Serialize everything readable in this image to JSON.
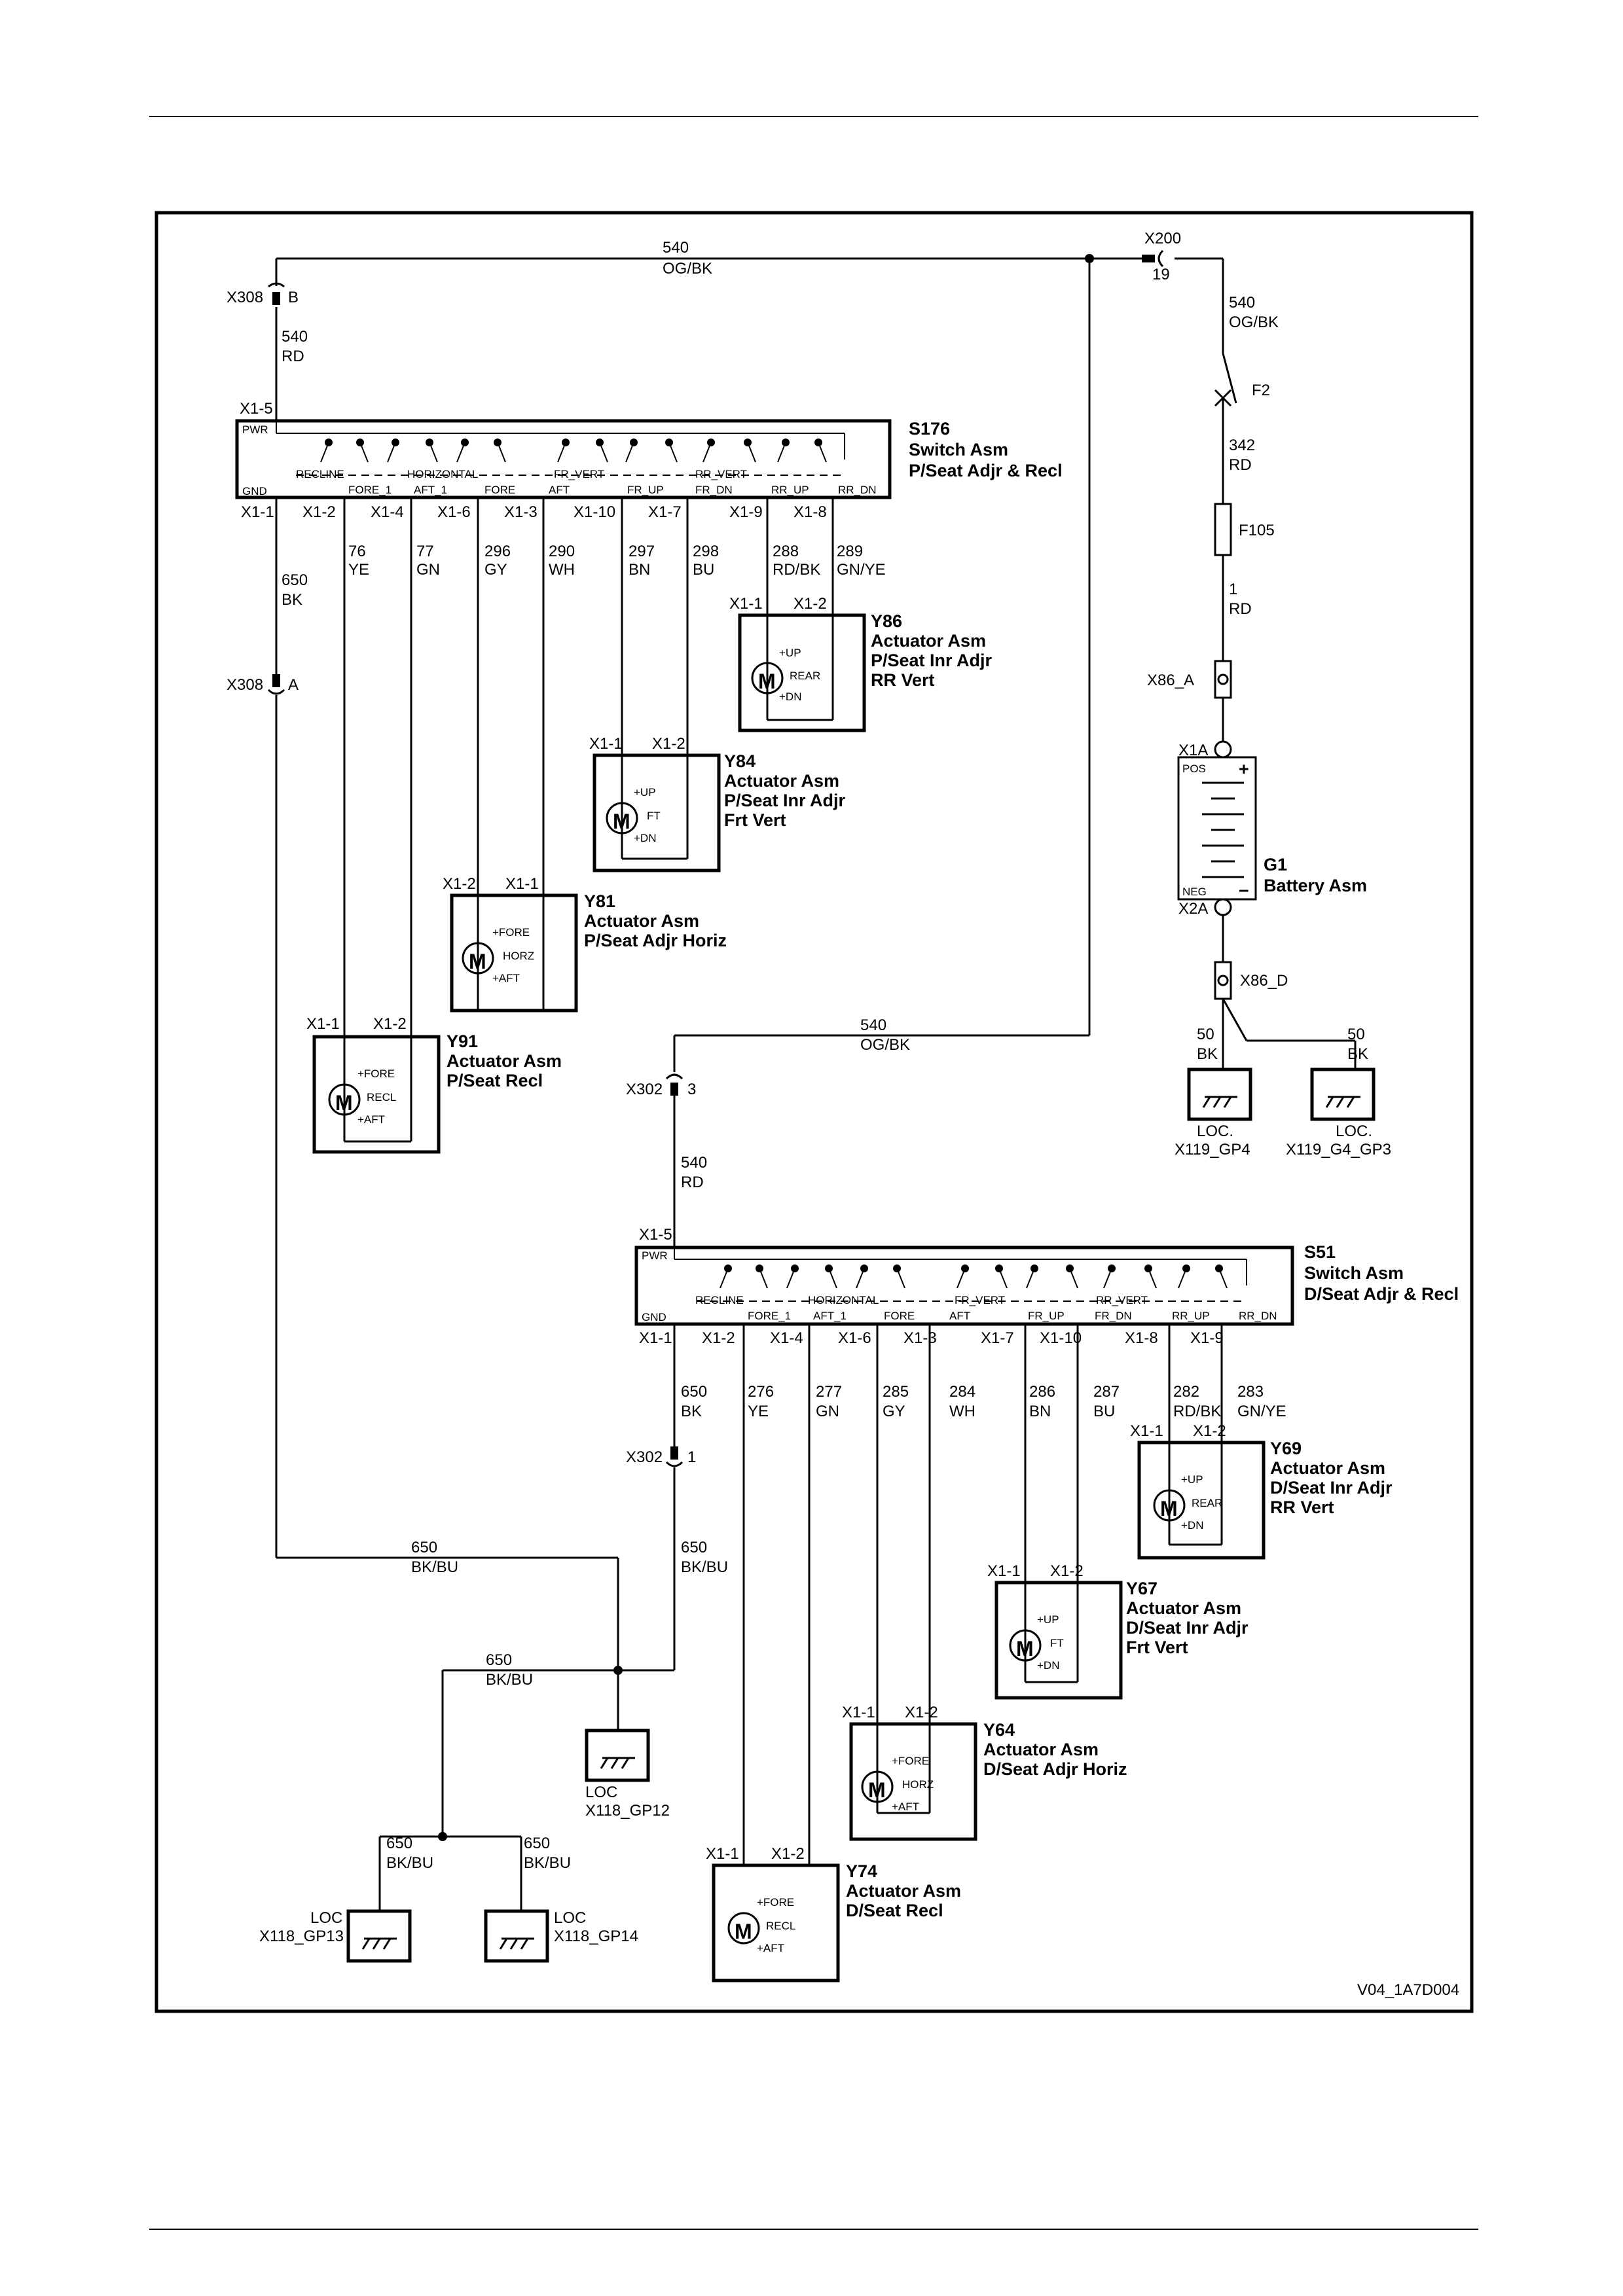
{
  "drawing_code": "V04_1A7D004",
  "power": {
    "x200": {
      "name": "X200",
      "pin": "19"
    },
    "top_wire": {
      "circuit": "540",
      "color": "OG/BK"
    },
    "f2_wire": {
      "circuit": "540",
      "color": "OG/BK"
    },
    "fusible_link": "F2",
    "f2_f105_wire": {
      "circuit": "342",
      "color": "RD"
    },
    "fuse": "F105",
    "fuse_out_wire": {
      "circuit": "1",
      "color": "RD"
    },
    "x86a": "X86_A",
    "x86d": "X86_D",
    "x1a": "X1A",
    "x2a": "X2A",
    "battery": {
      "id": "G1",
      "name": "Battery Asm",
      "pos": "POS",
      "neg": "NEG",
      "plus": "+",
      "minus": "−"
    },
    "gnd_wire1": {
      "circuit": "50",
      "color": "BK"
    },
    "gnd_wire2": {
      "circuit": "50",
      "color": "BK"
    },
    "gnd1": {
      "loc": "LOC.",
      "name": "X119_GP4"
    },
    "gnd2": {
      "loc": "LOC.",
      "name": "X119_G4_GP3"
    }
  },
  "passenger": {
    "x308b": {
      "name": "X308",
      "pin": "B"
    },
    "x308a": {
      "name": "X308",
      "pin": "A"
    },
    "pwr_wire": {
      "circuit": "540",
      "color": "RD"
    },
    "gnd_wire": {
      "circuit": "650",
      "color": "BK"
    },
    "switch": {
      "id": "S176",
      "name": "Switch Asm",
      "desc": "P/Seat Adjr & Recl",
      "pwr": "PWR",
      "gnd": "GND",
      "pwr_pin": "X1-5",
      "pins": [
        "X1-1",
        "X1-2",
        "X1-4",
        "X1-6",
        "X1-3",
        "X1-10",
        "X1-7",
        "X1-9",
        "X1-8"
      ],
      "groups": [
        "RECLINE",
        "HORIZONTAL",
        "FR_VERT",
        "RR_VERT"
      ],
      "labels": [
        "FORE_1",
        "AFT_1",
        "FORE",
        "AFT",
        "FR_UP",
        "FR_DN",
        "RR_UP",
        "RR_DN"
      ]
    },
    "wires": [
      {
        "circuit": "76",
        "color": "YE"
      },
      {
        "circuit": "77",
        "color": "GN"
      },
      {
        "circuit": "296",
        "color": "GY"
      },
      {
        "circuit": "290",
        "color": "WH"
      },
      {
        "circuit": "297",
        "color": "BN"
      },
      {
        "circuit": "298",
        "color": "BU"
      },
      {
        "circuit": "288",
        "color": "RD/BK"
      },
      {
        "circuit": "289",
        "color": "GN/YE"
      }
    ],
    "actuators": [
      {
        "id": "Y86",
        "name": "Actuator Asm",
        "desc1": "P/Seat Inr Adjr",
        "desc2": "RR Vert",
        "p1": "X1-1",
        "p2": "X1-2",
        "up": "+UP",
        "mid": "REAR",
        "dn": "+DN",
        "m": "M"
      },
      {
        "id": "Y84",
        "name": "Actuator Asm",
        "desc1": "P/Seat Inr Adjr",
        "desc2": "Frt Vert",
        "p1": "X1-1",
        "p2": "X1-2",
        "up": "+UP",
        "mid": "FT",
        "dn": "+DN",
        "m": "M"
      },
      {
        "id": "Y81",
        "name": "Actuator Asm",
        "desc1": "P/Seat Adjr Horiz",
        "desc2": "",
        "p1": "X1-2",
        "p2": "X1-1",
        "up": "+FORE",
        "mid": "HORZ",
        "dn": "+AFT",
        "m": "M"
      },
      {
        "id": "Y91",
        "name": "Actuator Asm",
        "desc1": "P/Seat Recl",
        "desc2": "",
        "p1": "X1-1",
        "p2": "X1-2",
        "up": "+FORE",
        "mid": "RECL",
        "dn": "+AFT",
        "m": "M"
      }
    ]
  },
  "driver": {
    "x302_3": {
      "name": "X302",
      "pin": "3"
    },
    "x302_1": {
      "name": "X302",
      "pin": "1"
    },
    "feed_wire": {
      "circuit": "540",
      "color": "OG/BK"
    },
    "pwr_wire": {
      "circuit": "540",
      "color": "RD"
    },
    "gnd_wire": {
      "circuit": "650",
      "color": "BK"
    },
    "switch": {
      "id": "S51",
      "name": "Switch Asm",
      "desc": "D/Seat Adjr & Recl",
      "pwr": "PWR",
      "gnd": "GND",
      "pwr_pin": "X1-5",
      "pins": [
        "X1-1",
        "X1-2",
        "X1-4",
        "X1-6",
        "X1-3",
        "X1-7",
        "X1-10",
        "X1-8",
        "X1-9"
      ],
      "groups": [
        "RECLINE",
        "HORIZONTAL",
        "FR_VERT",
        "RR_VERT"
      ],
      "labels": [
        "FORE_1",
        "AFT_1",
        "FORE",
        "AFT",
        "FR_UP",
        "FR_DN",
        "RR_UP",
        "RR_DN"
      ]
    },
    "wires": [
      {
        "circuit": "276",
        "color": "YE"
      },
      {
        "circuit": "277",
        "color": "GN"
      },
      {
        "circuit": "285",
        "color": "GY"
      },
      {
        "circuit": "284",
        "color": "WH"
      },
      {
        "circuit": "286",
        "color": "BN"
      },
      {
        "circuit": "287",
        "color": "BU"
      },
      {
        "circuit": "282",
        "color": "RD/BK"
      },
      {
        "circuit": "283",
        "color": "GN/YE"
      }
    ],
    "actuators": [
      {
        "id": "Y69",
        "name": "Actuator Asm",
        "desc1": "D/Seat Inr Adjr",
        "desc2": "RR Vert",
        "p1": "X1-1",
        "p2": "X1-2",
        "up": "+UP",
        "mid": "REAR",
        "dn": "+DN",
        "m": "M"
      },
      {
        "id": "Y67",
        "name": "Actuator Asm",
        "desc1": "D/Seat Inr Adjr",
        "desc2": "Frt Vert",
        "p1": "X1-1",
        "p2": "X1-2",
        "up": "+UP",
        "mid": "FT",
        "dn": "+DN",
        "m": "M"
      },
      {
        "id": "Y64",
        "name": "Actuator Asm",
        "desc1": "D/Seat Adjr Horiz",
        "desc2": "",
        "p1": "X1-1",
        "p2": "X1-2",
        "up": "+FORE",
        "mid": "HORZ",
        "dn": "+AFT",
        "m": "M"
      },
      {
        "id": "Y74",
        "name": "Actuator Asm",
        "desc1": "D/Seat Recl",
        "desc2": "",
        "p1": "X1-1",
        "p2": "X1-2",
        "up": "+FORE",
        "mid": "RECL",
        "dn": "+AFT",
        "m": "M"
      }
    ]
  },
  "grounds": {
    "pass_gnd_wire": {
      "circuit": "650",
      "color": "BK/BU"
    },
    "drv_gnd_wire": {
      "circuit": "650",
      "color": "BK/BU"
    },
    "common_wire": {
      "circuit": "650",
      "color": "BK/BU"
    },
    "gp13_wire": {
      "circuit": "650",
      "color": "BK/BU"
    },
    "gp14_wire": {
      "circuit": "650",
      "color": "BK/BU"
    },
    "gp12": {
      "loc": "LOC",
      "name": "X118_GP12"
    },
    "gp13": {
      "loc": "LOC",
      "name": "X118_GP13"
    },
    "gp14": {
      "loc": "LOC",
      "name": "X118_GP14"
    }
  }
}
